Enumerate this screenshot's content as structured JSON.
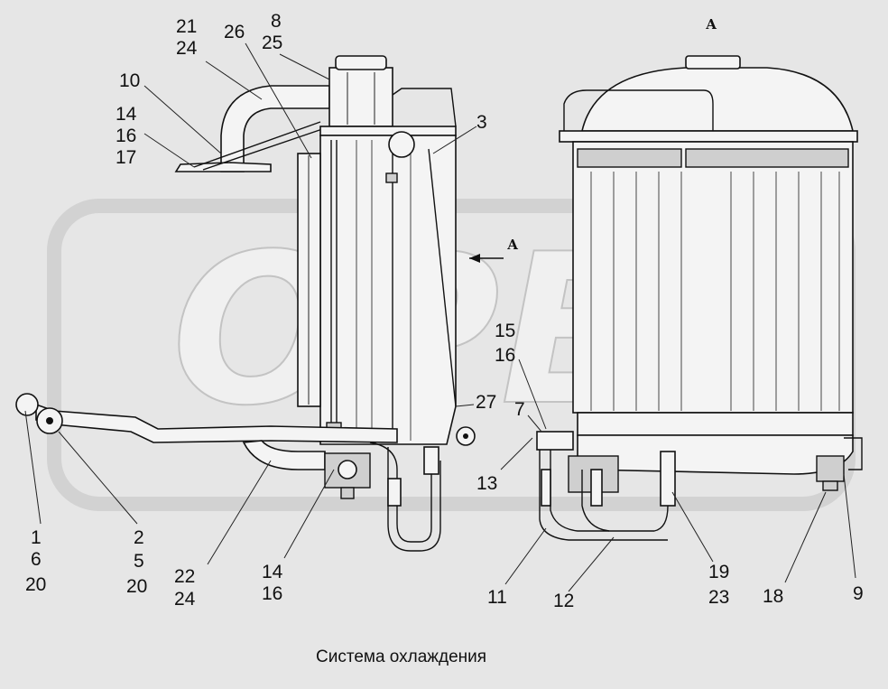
{
  "watermark": "OPEX",
  "view_marker": "А",
  "caption": "Система охлаждения",
  "callouts": {
    "c21_24": [
      "21",
      "24"
    ],
    "c26": [
      "26"
    ],
    "c8_25": [
      "8",
      "25"
    ],
    "c10": [
      "10"
    ],
    "c14_16_17": [
      "14",
      "16",
      "17"
    ],
    "c3": [
      "3"
    ],
    "c27": [
      "27"
    ],
    "c15_16": [
      "15",
      "16"
    ],
    "c7": [
      "7"
    ],
    "c13": [
      "13"
    ],
    "c1_6_20": [
      "1",
      "6",
      "20"
    ],
    "c2_5_20": [
      "2",
      "5",
      "20"
    ],
    "c22_24": [
      "22",
      "24"
    ],
    "c14_16": [
      "14",
      "16"
    ],
    "c11": [
      "11"
    ],
    "c12": [
      "12"
    ],
    "c19_23": [
      "19",
      "23"
    ],
    "c18": [
      "18"
    ],
    "c9": [
      "9"
    ]
  }
}
